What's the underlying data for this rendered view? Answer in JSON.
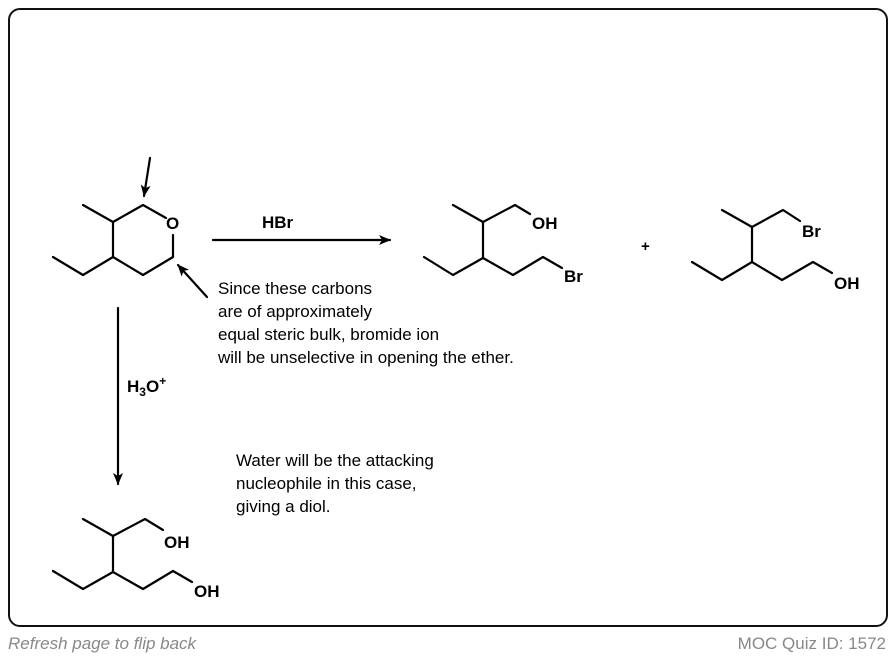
{
  "reagents": {
    "top": "HBr",
    "down_main": "H",
    "down_sub": "3",
    "down_o": "O",
    "down_sup": "+"
  },
  "atoms": {
    "oxygen": "O",
    "oh": "OH",
    "br": "Br"
  },
  "plus_sign": "+",
  "note_hbr": [
    "Since these carbons",
    "are of approximately",
    "equal steric bulk, bromide ion",
    "will be unselective in opening the ether."
  ],
  "note_water": [
    "Water will be the attacking",
    "nucleophile in this case,",
    "giving a diol."
  ],
  "footer": {
    "left": "Refresh page to flip back",
    "right": "MOC Quiz ID: 1572"
  }
}
